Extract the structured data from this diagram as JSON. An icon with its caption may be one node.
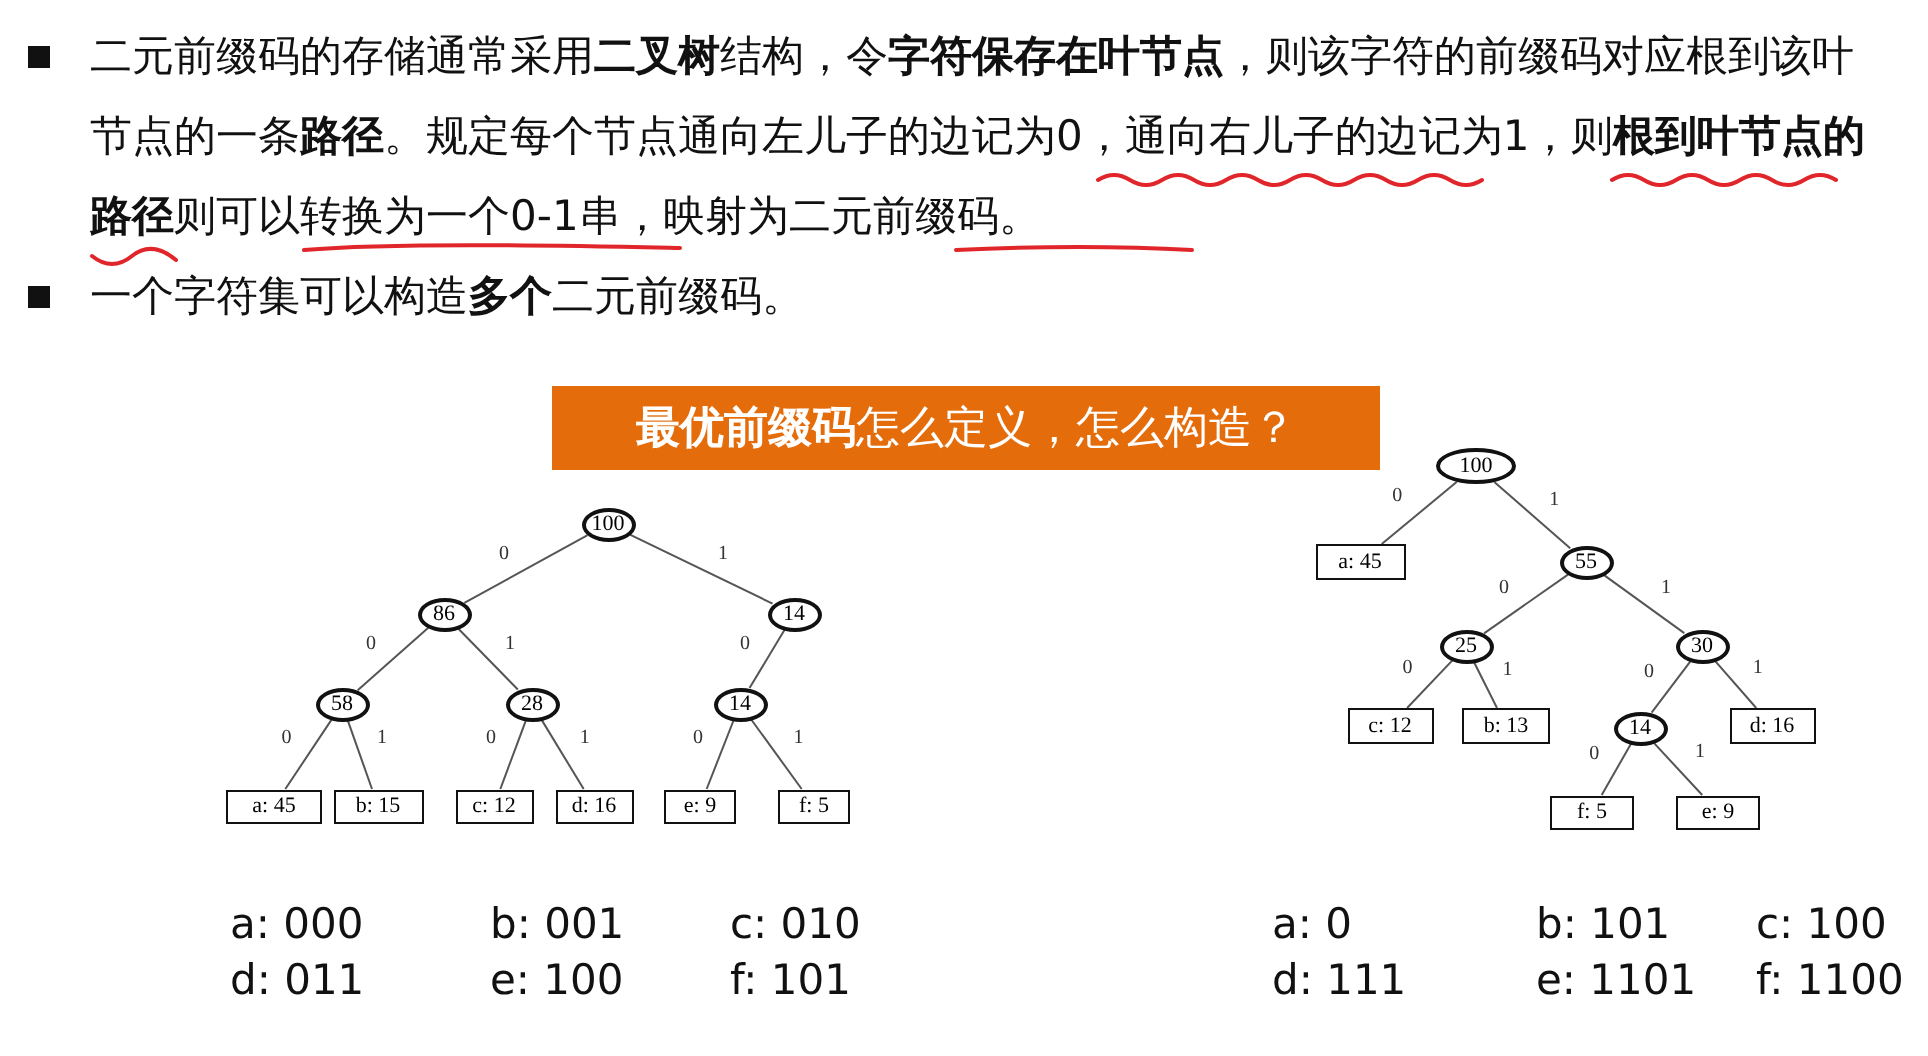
{
  "diagram": {
    "nodes": [
      {
        "text": [
          "**最优前缀码**怎么定义，怎么构造？"
        ]
      },
      {
        "text": [
          "100"
        ]
      },
      {
        "text": [
          "86"
        ]
      },
      {
        "text": [
          "14"
        ]
      },
      {
        "text": [
          "58"
        ]
      },
      {
        "text": [
          "28"
        ]
      },
      {
        "text": [
          "14"
        ]
      },
      {
        "text": [
          "a: 45"
        ]
      },
      {
        "text": [
          "b: 15"
        ]
      },
      {
        "text": [
          "c: 12"
        ]
      },
      {
        "text": [
          "d: 16"
        ]
      },
      {
        "text": [
          "e: 9"
        ]
      },
      {
        "text": [
          "f: 5"
        ]
      },
      {
        "text": [
          "100"
        ]
      },
      {
        "text": [
          "a: 45"
        ]
      },
      {
        "text": [
          "55"
        ]
      },
      {
        "text": [
          "25"
        ]
      },
      {
        "text": [
          "30"
        ]
      },
      {
        "text": [
          "c: 12"
        ]
      },
      {
        "text": [
          "b: 13"
        ]
      },
      {
        "text": [
          "14"
        ]
      },
      {
        "text": [
          "d: 16"
        ]
      },
      {
        "text": [
          "f: 5"
        ]
      },
      {
        "text": [
          "e: 9"
        ]
      }
    ],
    "edges": [
      {
        "from": 1,
        "to": 2,
        "arrow": "none",
        "label": "0"
      },
      {
        "from": 1,
        "to": 3,
        "arrow": "none",
        "label": "1"
      },
      {
        "from": 2,
        "to": 4,
        "arrow": "none",
        "label": "0"
      },
      {
        "from": 2,
        "to": 5,
        "arrow": "none",
        "label": "1"
      },
      {
        "from": 3,
        "to": 6,
        "arrow": "none",
        "label": "0"
      },
      {
        "from": 4,
        "to": 7,
        "arrow": "none",
        "label": "0"
      },
      {
        "from": 4,
        "to": 8,
        "arrow": "none",
        "label": "1"
      },
      {
        "from": 5,
        "to": 9,
        "arrow": "none",
        "label": "0"
      },
      {
        "from": 5,
        "to": 10,
        "arrow": "none",
        "label": "1"
      },
      {
        "from": 6,
        "to": 11,
        "arrow": "none",
        "label": "0"
      },
      {
        "from": 6,
        "to": 12,
        "arrow": "none",
        "label": "1"
      },
      {
        "from": 13,
        "to": 14,
        "arrow": "none",
        "label": "0"
      },
      {
        "from": 13,
        "to": 15,
        "arrow": "none",
        "label": "1"
      },
      {
        "from": 15,
        "to": 16,
        "arrow": "none",
        "label": "0"
      },
      {
        "from": 15,
        "to": 17,
        "arrow": "none",
        "label": "1"
      },
      {
        "from": 16,
        "to": 18,
        "arrow": "none",
        "label": "0"
      },
      {
        "from": 16,
        "to": 19,
        "arrow": "none",
        "label": "1"
      },
      {
        "from": 17,
        "to": 20,
        "arrow": "none",
        "label": "0"
      },
      {
        "from": 17,
        "to": 21,
        "arrow": "none",
        "label": "1"
      },
      {
        "from": 20,
        "to": 22,
        "arrow": "none",
        "label": "0"
      },
      {
        "from": 20,
        "to": 23,
        "arrow": "none",
        "label": "1"
      }
    ],
    "labels": [
      "二元前缀码的存储通常采用**二叉树**结构，令**字符保存在叶节点**，则该字符的前缀码对应根到该叶节点的一条**路径**。规定每个节点通向左儿子的边记为0，通向右儿子的边记为1，则**根到叶节点的路径**则可以转换为一个0-1串，映射为二元前缀码。",
      "一个字符集可以构造**多个**二元前缀码。",
      "a: 000",
      "b: 001",
      "c: 010",
      "d: 011",
      "e: 100",
      "f: 101",
      "a: 0",
      "b: 101",
      "c: 100",
      "d: 111",
      "e: 1101",
      "f: 1100"
    ]
  }
}
